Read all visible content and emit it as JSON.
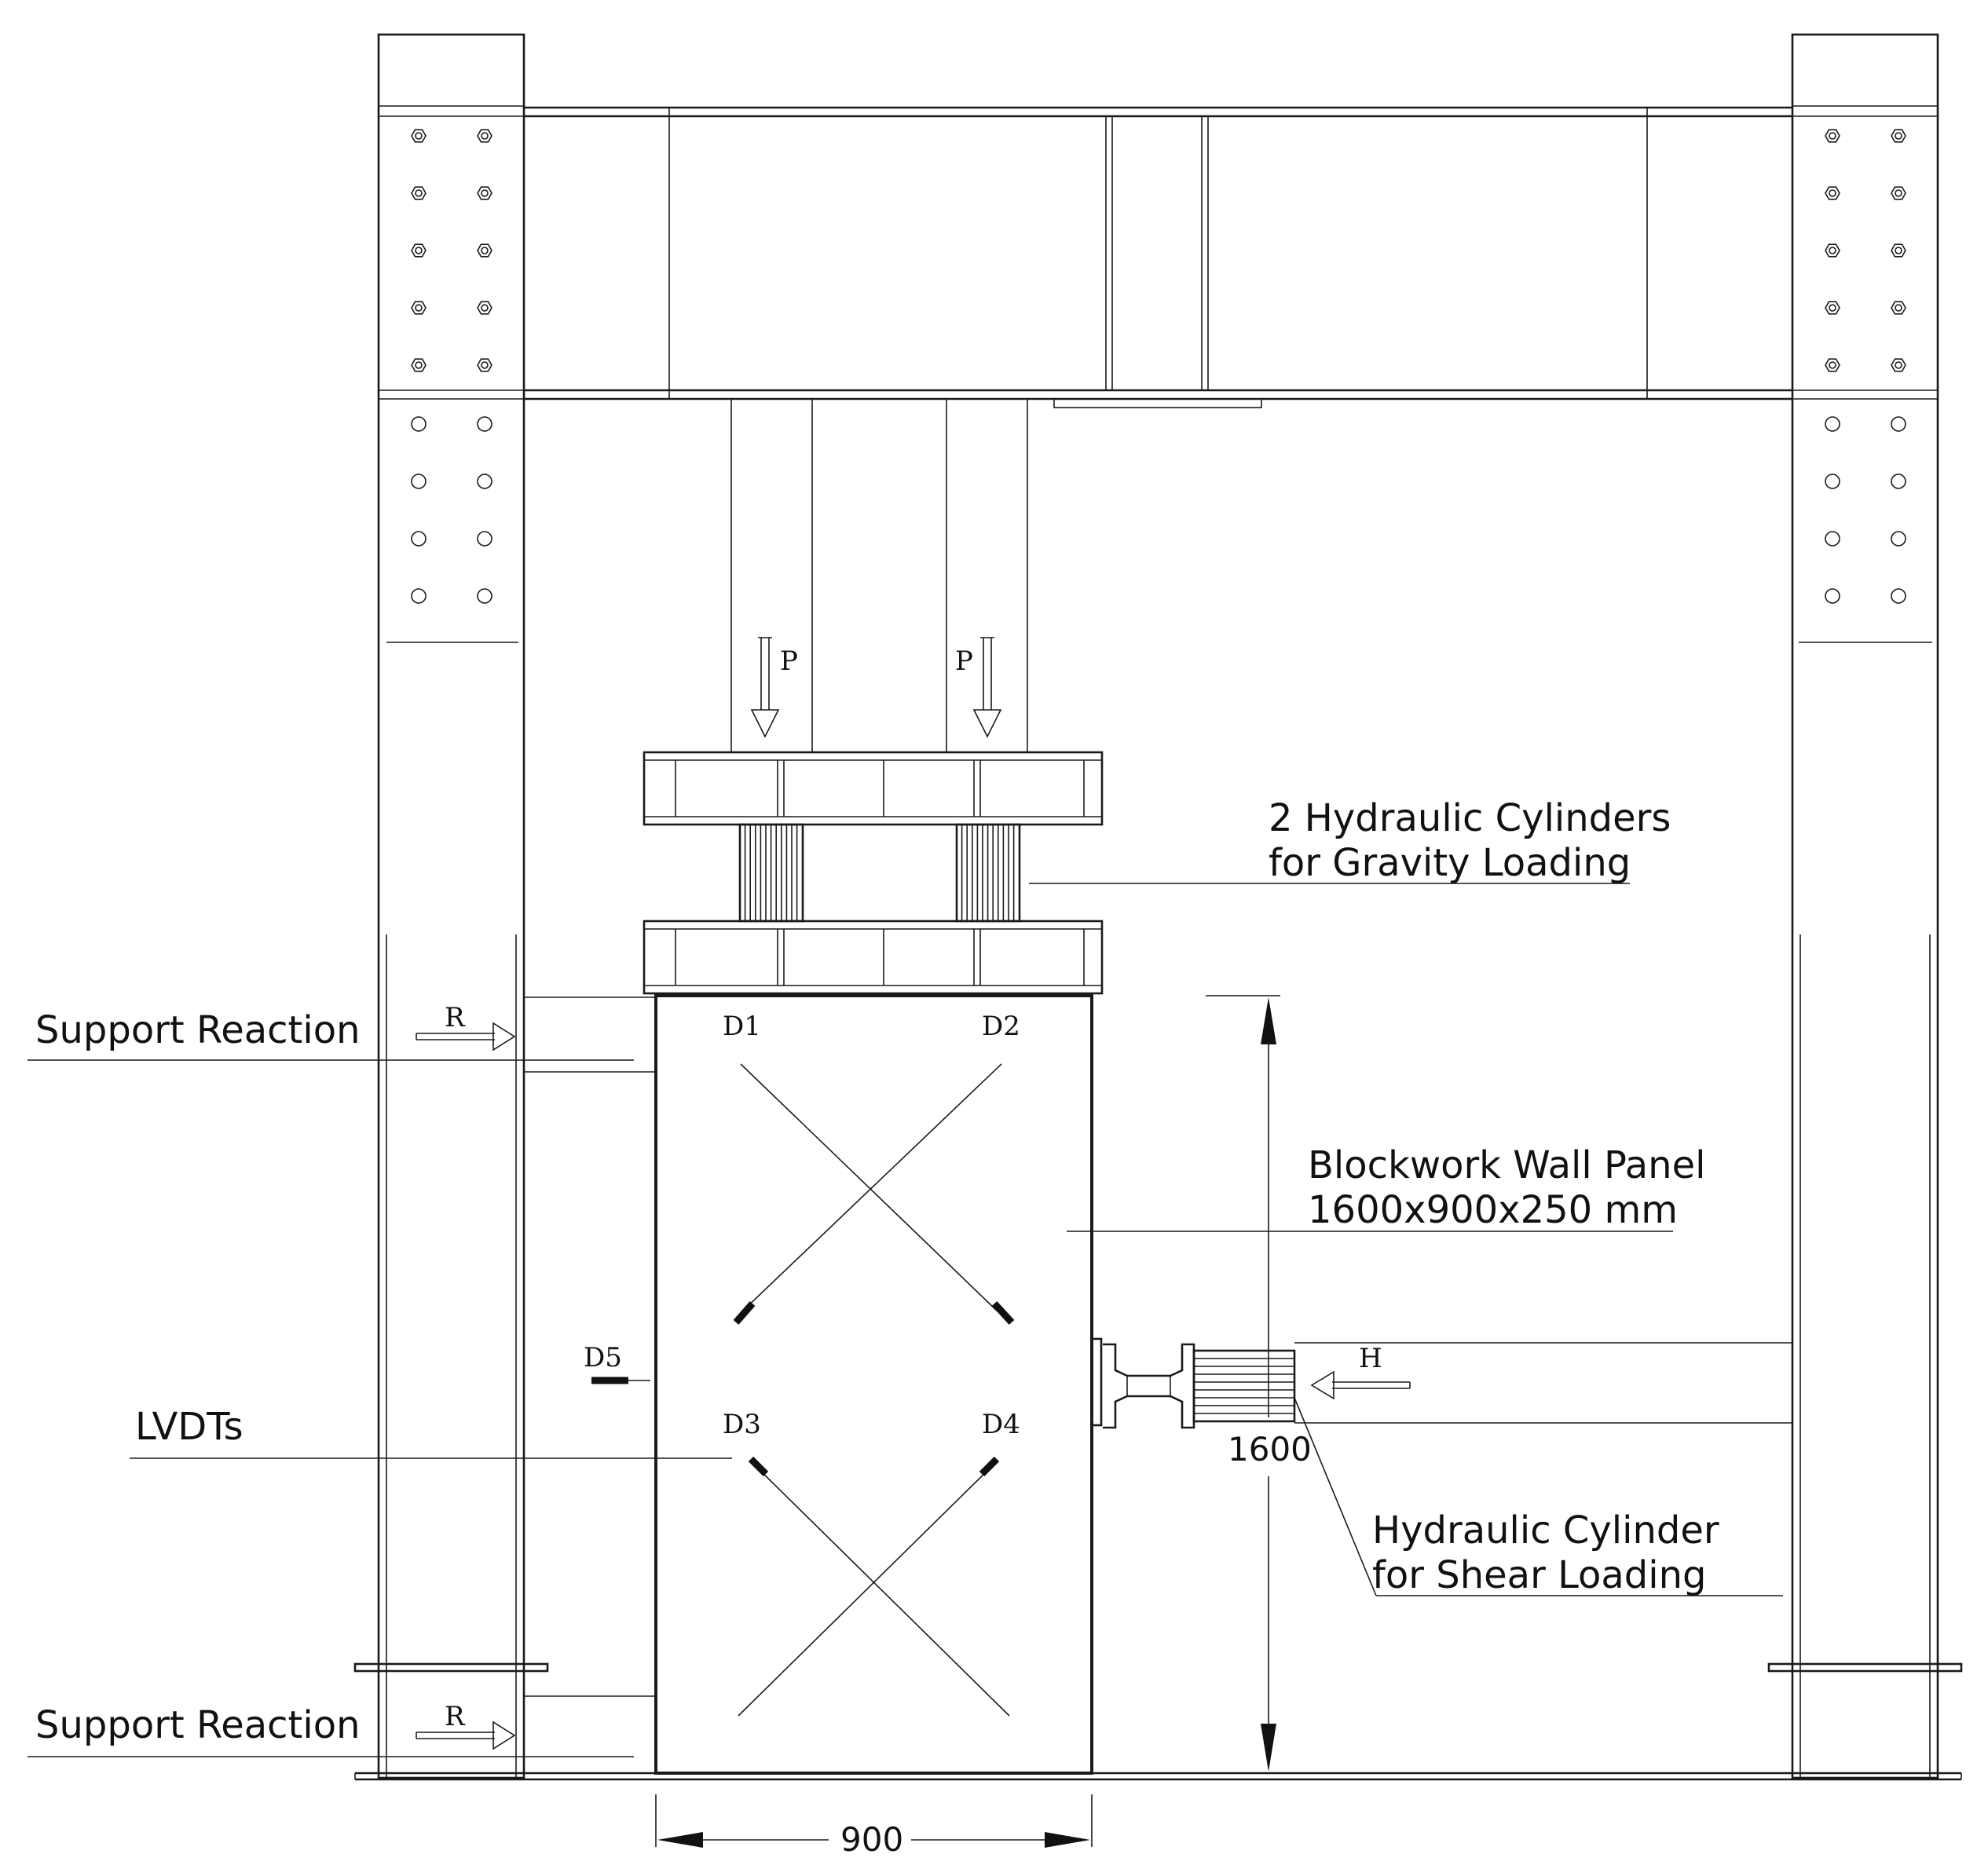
{
  "labels": {
    "gravity_cylinders": [
      "2 Hydraulic Cylinders",
      "for Gravity Loading"
    ],
    "wall_panel": [
      "Blockwork Wall Panel",
      "1600x900x250 mm"
    ],
    "shear_cylinder": [
      "Hydraulic Cylinder",
      "for Shear Loading"
    ],
    "support_reaction_top": "Support Reaction",
    "support_reaction_bottom": "Support Reaction",
    "lvdts": "LVDTs"
  },
  "symbols": {
    "gravity_load": "P",
    "shear_load": "H",
    "reaction": "R"
  },
  "lvdt_ids": [
    "D1",
    "D2",
    "D3",
    "D4",
    "D5"
  ],
  "dimensions": {
    "height": "1600",
    "width": "900"
  }
}
